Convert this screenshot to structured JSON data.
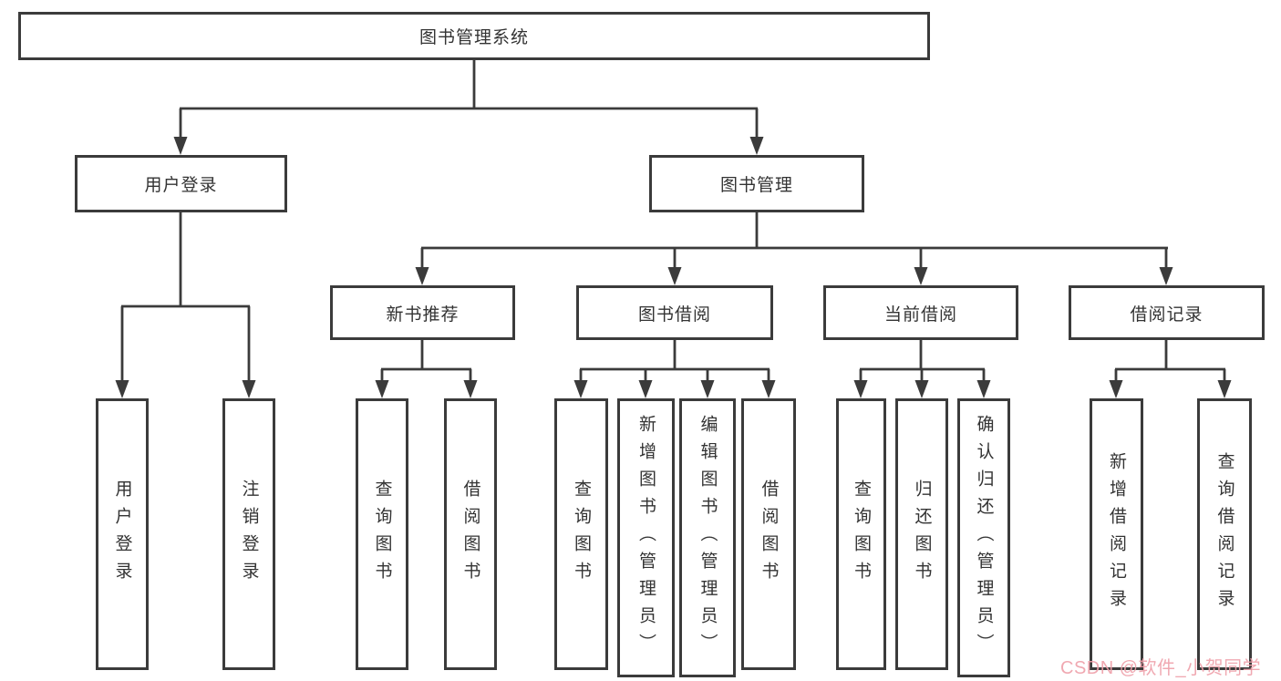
{
  "diagram": {
    "root": {
      "label": "图书管理系统"
    },
    "level2": {
      "user_login": {
        "label": "用户登录"
      },
      "book_mgmt": {
        "label": "图书管理"
      }
    },
    "level3": {
      "new_book": {
        "label": "新书推荐"
      },
      "borrow": {
        "label": "图书借阅"
      },
      "current": {
        "label": "当前借阅"
      },
      "records": {
        "label": "借阅记录"
      }
    },
    "leaves": {
      "login": {
        "label": "用户登录"
      },
      "logout": {
        "label": "注销登录"
      },
      "newbook_query": {
        "label": "查询图书"
      },
      "newbook_borrow": {
        "label": "借阅图书"
      },
      "borrow_query": {
        "label": "查询图书"
      },
      "borrow_add": {
        "label": "新增图书（管理员）"
      },
      "borrow_edit": {
        "label": "编辑图书（管理员）"
      },
      "borrow_borrow": {
        "label": "借阅图书"
      },
      "current_query": {
        "label": "查询图书"
      },
      "current_return": {
        "label": "归还图书"
      },
      "current_confirm": {
        "label": "确认归还（管理员）"
      },
      "records_add": {
        "label": "新增借阅记录"
      },
      "records_query": {
        "label": "查询借阅记录"
      }
    }
  },
  "watermark": {
    "text": "CSDN @软件_小贺同学",
    "color": "#ef9fa9"
  },
  "colors": {
    "line": "#3b3b3b",
    "text": "#333333",
    "box_background": "#ffffff",
    "page_background": "#ffffff"
  }
}
